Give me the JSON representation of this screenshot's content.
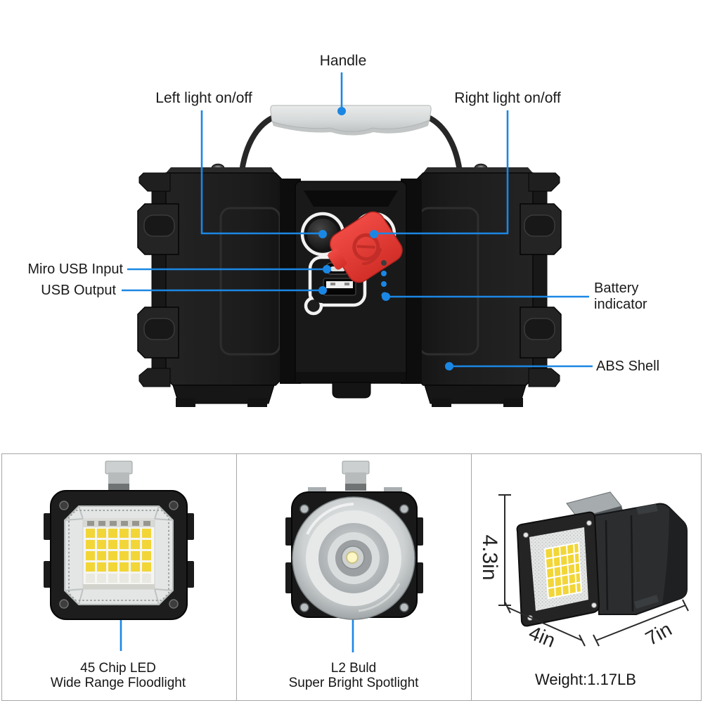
{
  "callouts": {
    "handle": "Handle",
    "left_light": "Left light on/off",
    "right_light": "Right light on/off",
    "micro_usb_input": "Miro USB Input",
    "usb_output": "USB Output",
    "battery_indicator": "Battery indicator",
    "abs_shell": "ABS Shell"
  },
  "features": {
    "floodlight": {
      "line1": "45 Chip LED",
      "line2": "Wide Range Floodlight"
    },
    "spotlight": {
      "line1": "L2 Buld",
      "line2": "Super Bright Spotlight"
    },
    "dimensions": {
      "height": "4.3in",
      "width": "4in",
      "depth": "7in",
      "weight": "Weight:1.17LB"
    }
  },
  "colors": {
    "callout_blue": "#1b87e4",
    "accent_red": "#e64038",
    "led_yellow": "#f2d638",
    "handle_gray": "#d9dcdc",
    "body_black": "#1d1d1d",
    "label_text": "#1a1a1a"
  }
}
